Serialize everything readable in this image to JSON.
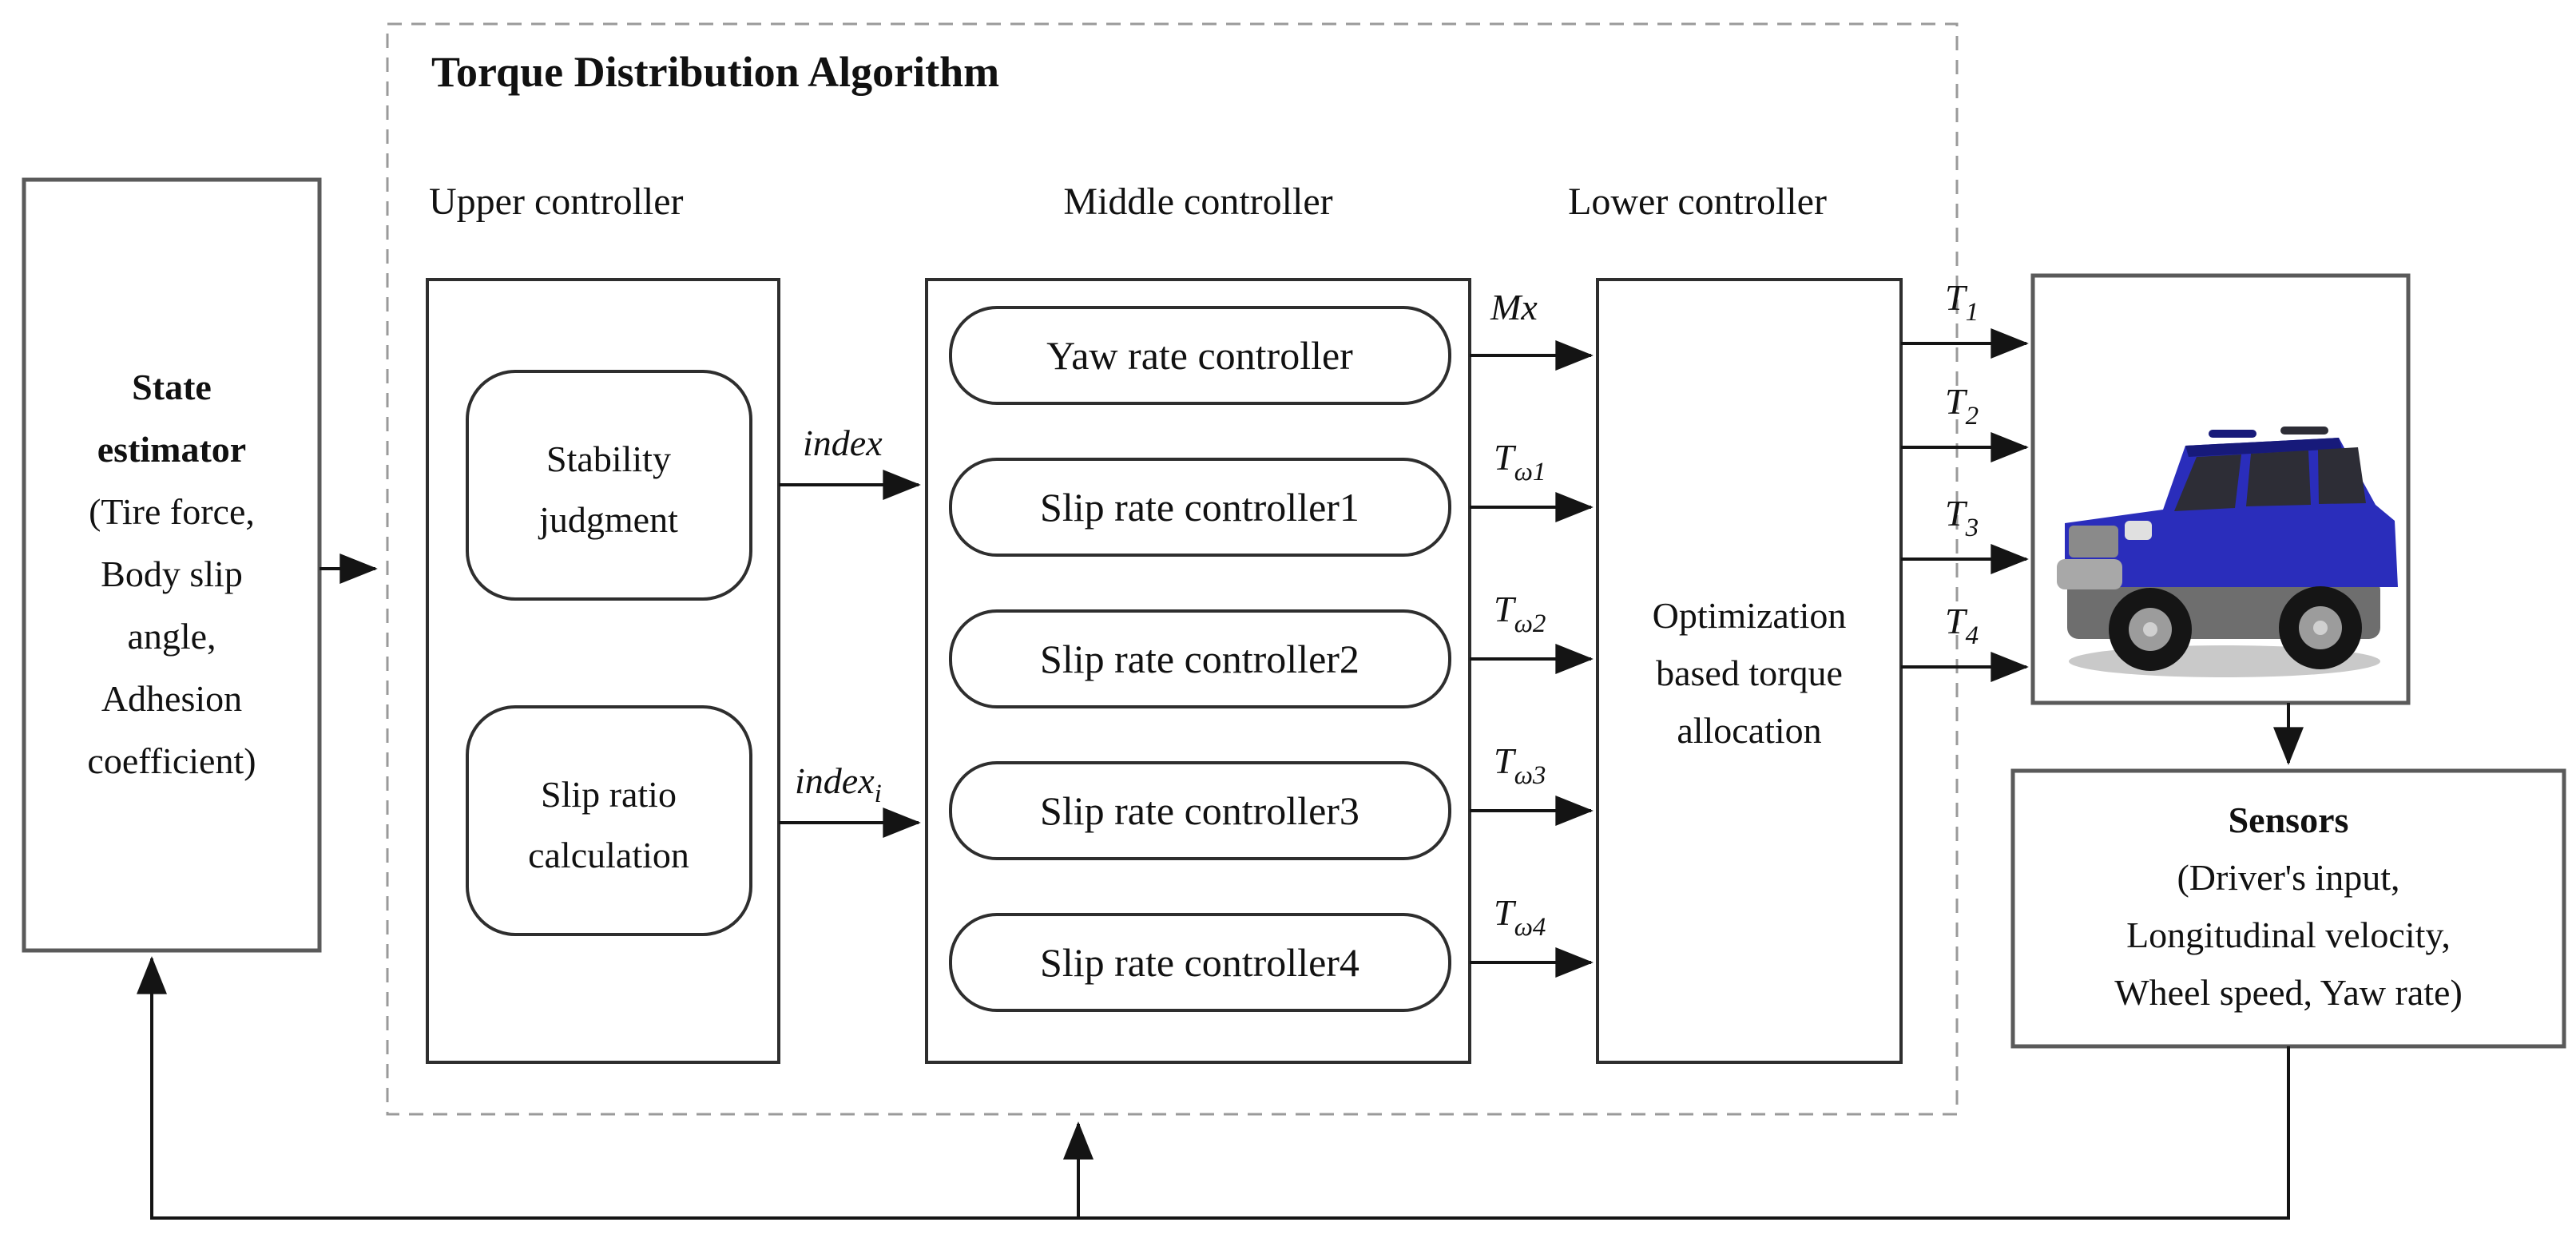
{
  "title": "Torque Distribution Algorithm",
  "columns": {
    "upper": "Upper controller",
    "middle": "Middle controller",
    "lower": "Lower controller"
  },
  "state_estimator": {
    "lines": [
      "State",
      "estimator",
      "(Tire force,",
      "Body slip",
      "angle,",
      "Adhesion",
      "coefficient)"
    ]
  },
  "upper": {
    "stability": [
      "Stability",
      "judgment"
    ],
    "slip_ratio": [
      "Slip ratio",
      "calculation"
    ]
  },
  "middle": {
    "controllers": [
      "Yaw rate controller",
      "Slip rate controller1",
      "Slip rate controller2",
      "Slip rate controller3",
      "Slip rate controller4"
    ]
  },
  "lower": {
    "allocation": [
      "Optimization",
      "based torque",
      "allocation"
    ]
  },
  "signals": {
    "index": "index",
    "index_i": {
      "main": "index",
      "sub": "i"
    },
    "mx": "Mx",
    "torque_wheel": [
      {
        "main": "T",
        "sub": "ω1"
      },
      {
        "main": "T",
        "sub": "ω2"
      },
      {
        "main": "T",
        "sub": "ω3"
      },
      {
        "main": "T",
        "sub": "ω4"
      }
    ],
    "torque_out": [
      {
        "main": "T",
        "sub": "1"
      },
      {
        "main": "T",
        "sub": "2"
      },
      {
        "main": "T",
        "sub": "3"
      },
      {
        "main": "T",
        "sub": "4"
      }
    ]
  },
  "sensors": {
    "lines": [
      "Sensors",
      "(Driver's input,",
      "Longitudinal velocity,",
      "Wheel speed, Yaw rate)"
    ]
  },
  "colors": {
    "border_dark": "#2e2e2e",
    "border_gray": "#5a5a5a",
    "dashed_border": "#9a9a9a",
    "arrow": "#141414",
    "car_body": "#2a2dbb",
    "car_body_dark": "#171a7a",
    "car_cladding": "#6e6e6e",
    "car_bumper": "#a8a8a8",
    "car_grille": "#8a8a8a",
    "car_window": "#2d2d36",
    "car_tire": "#151515",
    "car_rim": "#9c9c9c",
    "car_hub": "#d0d0d0",
    "car_light": "#e0e0e0",
    "car_shadow": "#c9c9c9"
  }
}
